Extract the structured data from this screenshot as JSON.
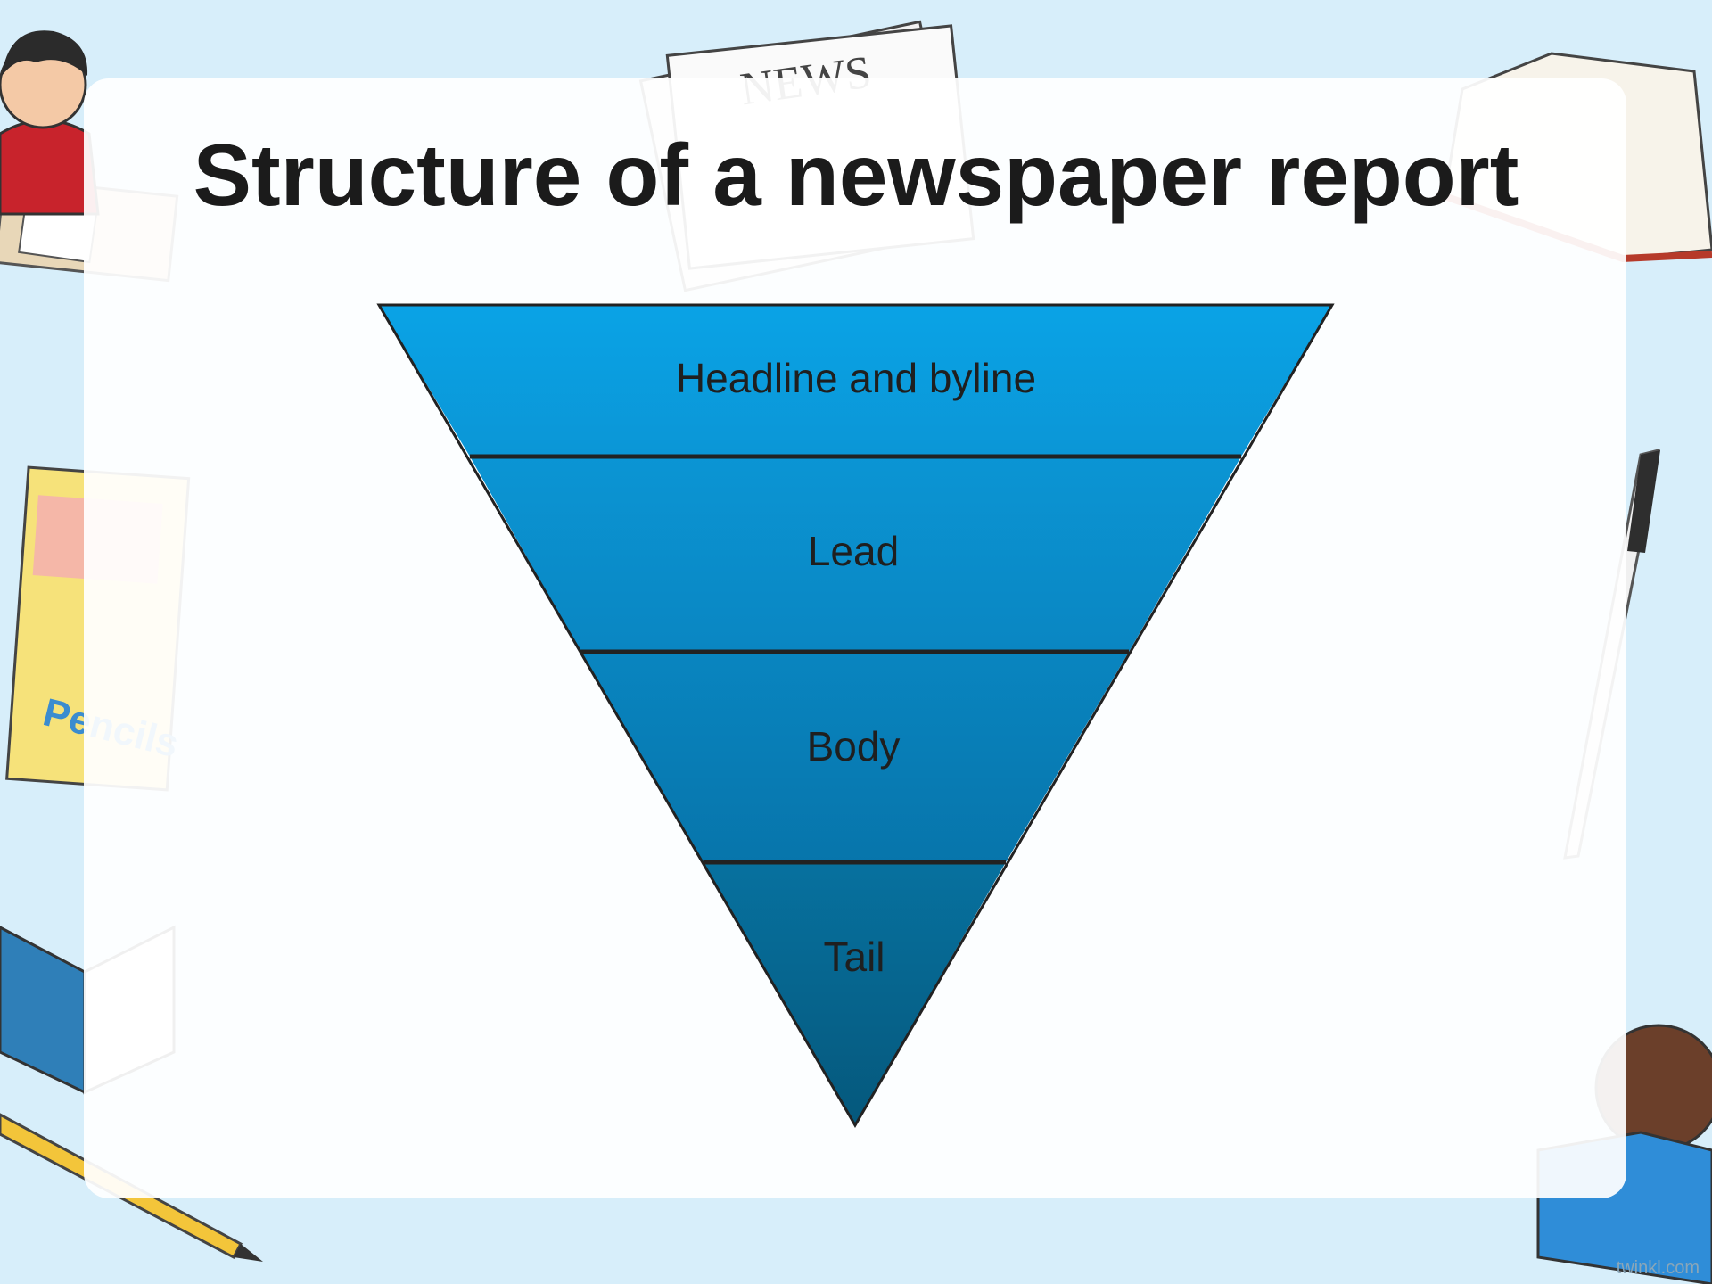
{
  "title": "Structure of a newspaper report",
  "layers": [
    {
      "label": "Headline and byline",
      "color_top": "#0aa3e6",
      "color_bottom": "#0b96d6"
    },
    {
      "label": "Lead",
      "color_top": "#0b95d4",
      "color_bottom": "#0a86c2"
    },
    {
      "label": "Body",
      "color_top": "#0985c0",
      "color_bottom": "#0775ab"
    },
    {
      "label": "Tail",
      "color_top": "#07719f",
      "color_bottom": "#05587c"
    }
  ],
  "background_decorations": {
    "newspaper_text": "NEWS",
    "watermark": "twinkl.com"
  },
  "colors": {
    "background": "#d7eefa",
    "card": "#ffffff",
    "outline": "#222222"
  }
}
